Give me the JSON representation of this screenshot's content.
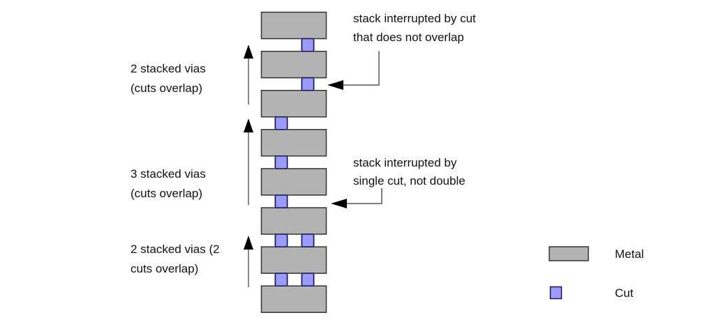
{
  "colors": {
    "metal_fill": "#b3b3b3",
    "metal_stroke": "#333333",
    "cut_fill": "#9a9aff",
    "cut_stroke": "#1a1a4a",
    "cut_halo": "#b8b8f0",
    "arrow_shaft": "#888888",
    "arrow_head": "#000000"
  },
  "stack": {
    "metal_layers": 8,
    "cut_rows": [
      {
        "between": [
          1,
          2
        ],
        "cuts": [
          "right"
        ]
      },
      {
        "between": [
          2,
          3
        ],
        "cuts": [
          "right"
        ]
      },
      {
        "between": [
          3,
          4
        ],
        "cuts": [
          "left"
        ]
      },
      {
        "between": [
          4,
          5
        ],
        "cuts": [
          "left"
        ]
      },
      {
        "between": [
          5,
          6
        ],
        "cuts": [
          "left"
        ]
      },
      {
        "between": [
          6,
          7
        ],
        "cuts": [
          "left",
          "right"
        ]
      },
      {
        "between": [
          7,
          8
        ],
        "cuts": [
          "left",
          "right"
        ]
      }
    ]
  },
  "annotations": {
    "group_top": {
      "line1": "2 stacked vias",
      "line2": "(cuts overlap)"
    },
    "group_middle": {
      "line1": "3 stacked vias",
      "line2": "(cuts overlap)"
    },
    "group_bottom": {
      "line1": "2 stacked vias (2",
      "line2": "cuts overlap)"
    },
    "callout_top": {
      "line1": "stack interrupted by cut",
      "line2": "that does not overlap"
    },
    "callout_middle": {
      "line1": "stack interrupted by",
      "line2": "single cut, not double"
    }
  },
  "legend": {
    "metal_label": "Metal",
    "cut_label": "Cut"
  }
}
